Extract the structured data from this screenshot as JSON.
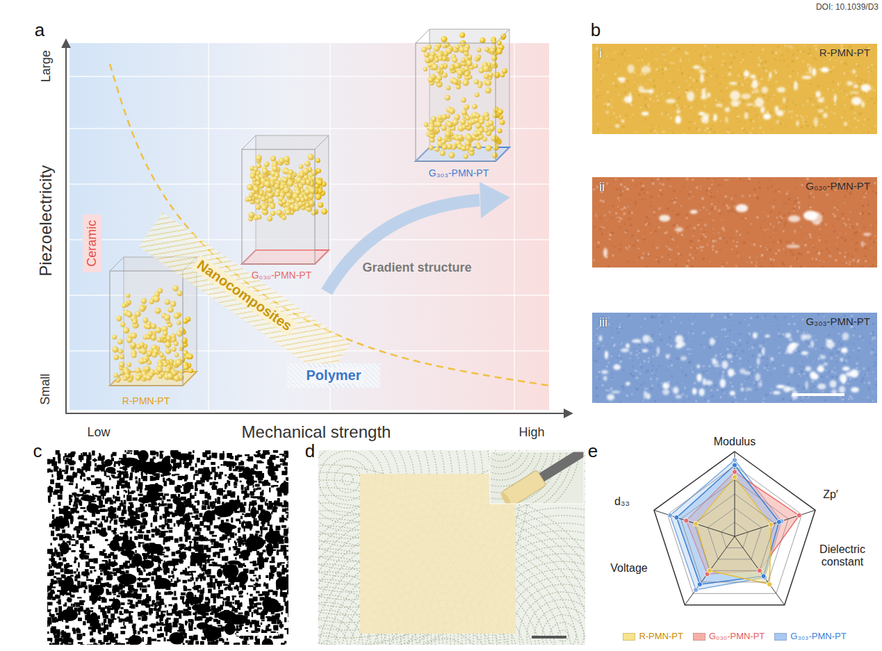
{
  "diagram": {
    "nodes": [
      {
        "text": [
          "Ceramic"
        ]
      },
      {
        "text": [
          "Nanocomposites"
        ]
      },
      {
        "text": [
          "Polymer"
        ]
      },
      {
        "text": [
          "i",
          "R-PMN-PT"
        ]
      },
      {
        "text": [
          "ii",
          "G₀₃₀-PMN-PT"
        ]
      },
      {
        "text": [
          "iii",
          "G₃₀₃-PMN-PT"
        ]
      }
    ],
    "labels": [
      "DOI: 10.1039/D3",
      "a",
      "Large",
      "Piezoelectricity",
      "Small",
      "Low",
      "Mechanical strength",
      "High",
      "R-PMN-PT",
      "G₀₃₀-PMN-PT",
      "G₃₀₃-PMN-PT",
      "Gradient structure",
      "b",
      "c",
      "d",
      "e",
      "Modulus",
      "Zp′",
      "Dielectric constant",
      "Voltage",
      "d₃₃"
    ],
    "legend": [
      {
        "text": "R-PMN-PT",
        "color": "#f7e38c"
      },
      {
        "text": "G₀₃₀-PMN-PT",
        "color": "#f5b0a8"
      },
      {
        "text": "G₃₀₃-PMN-PT",
        "color": "#a9c9f2"
      }
    ]
  }
}
